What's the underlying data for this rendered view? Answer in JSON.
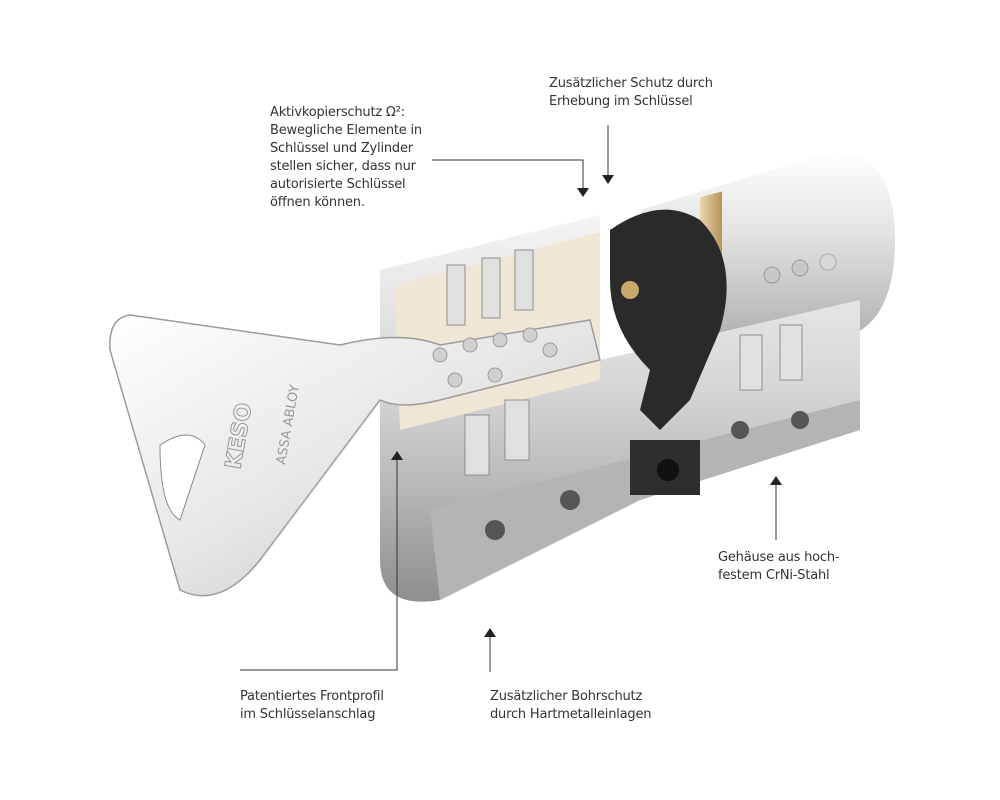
{
  "labels": {
    "copy_protection": "Aktivkopierschutz Ω²:\nBewegliche Elemente in\nSchlüssel und Zylinder\nstellen sicher, dass nur\nautorisierte Schlüssel\nöffnen können.",
    "key_elevation": "Zusätzlicher Schutz durch\nErhebung im Schlüssel",
    "housing": "Gehäuse aus hoch-\nfestem CrNi-Stahl",
    "front_profile": "Patentiertes Frontprofil\nim Schlüsselanschlag",
    "drill_protection": "Zusätzlicher Bohrschutz\ndurch Hartmetalleinlagen"
  },
  "key_logo": {
    "brand": "KESO",
    "group": "ASSA ABLOY"
  },
  "colors": {
    "text": "#333333",
    "leader": "#333333",
    "cam": "#2a2a2a",
    "brass": "#c9a86a"
  }
}
